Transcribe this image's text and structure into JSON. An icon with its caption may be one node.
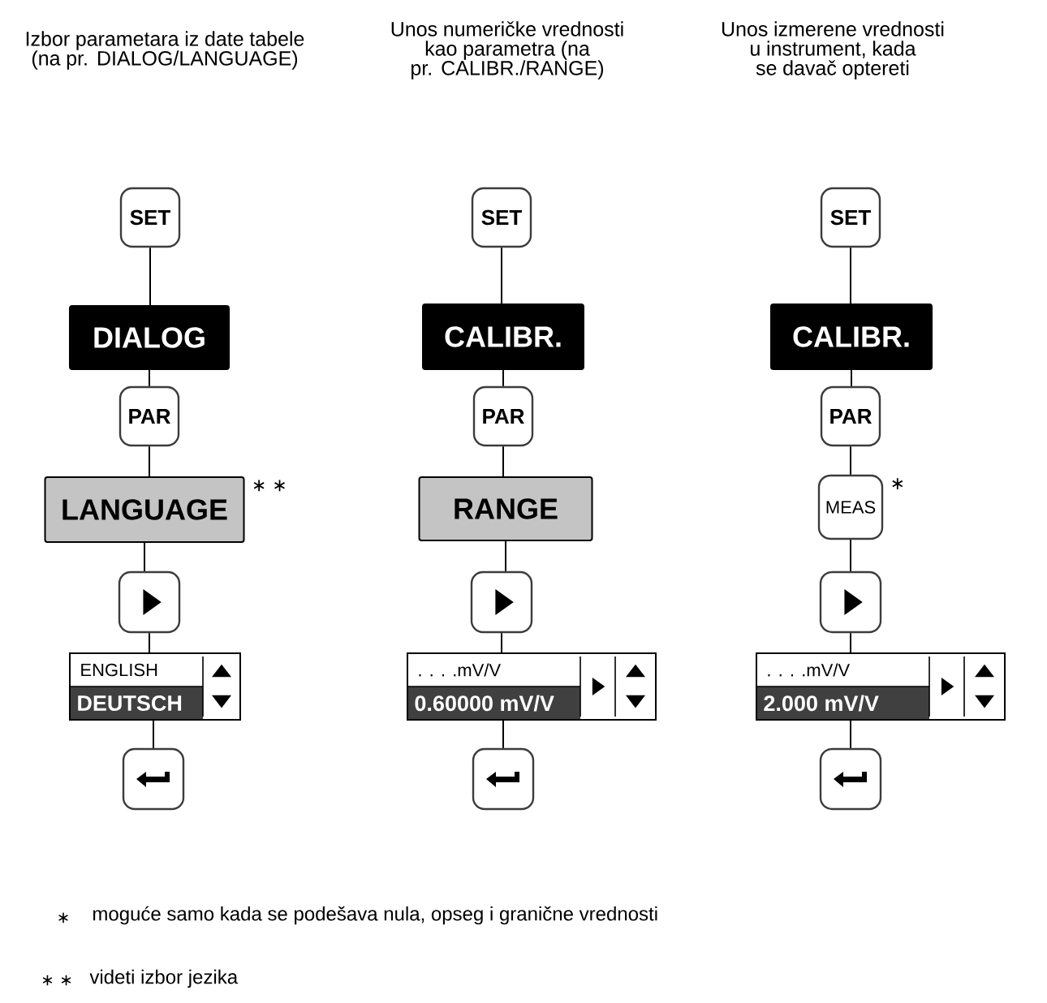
{
  "diagram": {
    "nodes": [
      {
        "text": [
          "SET"
        ]
      },
      {
        "text": [
          "DIALOG"
        ]
      },
      {
        "text": [
          "PAR"
        ]
      },
      {
        "text": [
          "LANGUAGE"
        ],
        "beside": [
          "∗ ∗"
        ]
      },
      {
        "text": [],
        "shape": "box"
      },
      {
        "text": [
          "ENGLISH",
          "DEUTSCH"
        ]
      },
      {
        "text": [],
        "shape": "box"
      },
      {
        "text": [
          "SET"
        ]
      },
      {
        "text": [
          "CALIBR."
        ]
      },
      {
        "text": [
          "PAR"
        ]
      },
      {
        "text": [
          "RANGE"
        ]
      },
      {
        "text": [],
        "shape": "box"
      },
      {
        "text": [
          ". . . .mV/V",
          "0.60000 mV/V"
        ]
      },
      {
        "text": [],
        "shape": "box"
      },
      {
        "text": [
          "SET"
        ]
      },
      {
        "text": [
          "CALIBR."
        ]
      },
      {
        "text": [
          "PAR"
        ]
      },
      {
        "text": [
          "MEAS"
        ],
        "beside": [
          "∗"
        ]
      },
      {
        "text": [],
        "shape": "box"
      },
      {
        "text": [
          ". . . .mV/V",
          "2.000 mV/V"
        ]
      },
      {
        "text": [],
        "shape": "box"
      }
    ],
    "edges": [
      {
        "from": 0,
        "to": 1,
        "arrow": "none"
      },
      {
        "from": 1,
        "to": 2,
        "arrow": "none"
      },
      {
        "from": 2,
        "to": 3,
        "arrow": "none"
      },
      {
        "from": 3,
        "to": 4,
        "arrow": "none"
      },
      {
        "from": 4,
        "to": 5,
        "arrow": "none"
      },
      {
        "from": 5,
        "to": 6,
        "arrow": "none"
      },
      {
        "from": 7,
        "to": 8,
        "arrow": "none"
      },
      {
        "from": 8,
        "to": 9,
        "arrow": "none"
      },
      {
        "from": 9,
        "to": 10,
        "arrow": "none"
      },
      {
        "from": 10,
        "to": 11,
        "arrow": "none"
      },
      {
        "from": 11,
        "to": 12,
        "arrow": "none"
      },
      {
        "from": 12,
        "to": 13,
        "arrow": "none"
      },
      {
        "from": 14,
        "to": 15,
        "arrow": "none"
      },
      {
        "from": 15,
        "to": 16,
        "arrow": "none"
      },
      {
        "from": 16,
        "to": 17,
        "arrow": "none"
      },
      {
        "from": 17,
        "to": 18,
        "arrow": "none"
      },
      {
        "from": 18,
        "to": 19,
        "arrow": "none"
      },
      {
        "from": 19,
        "to": 20,
        "arrow": "none"
      }
    ],
    "labels": [
      "Izbor parametara iz date tabele (na pr. DIALOG/LANGUAGE)",
      "Unos numeričke vrednosti kao parametra (na pr. CALIBR./RANGE)",
      "Unos izmerene vrednosti u instrument, kada se davač optereti",
      "∗",
      "moguće samo kada se podešava nula, opseg i granične vrednosti",
      "∗ ∗",
      "videti izbor jezika"
    ]
  }
}
